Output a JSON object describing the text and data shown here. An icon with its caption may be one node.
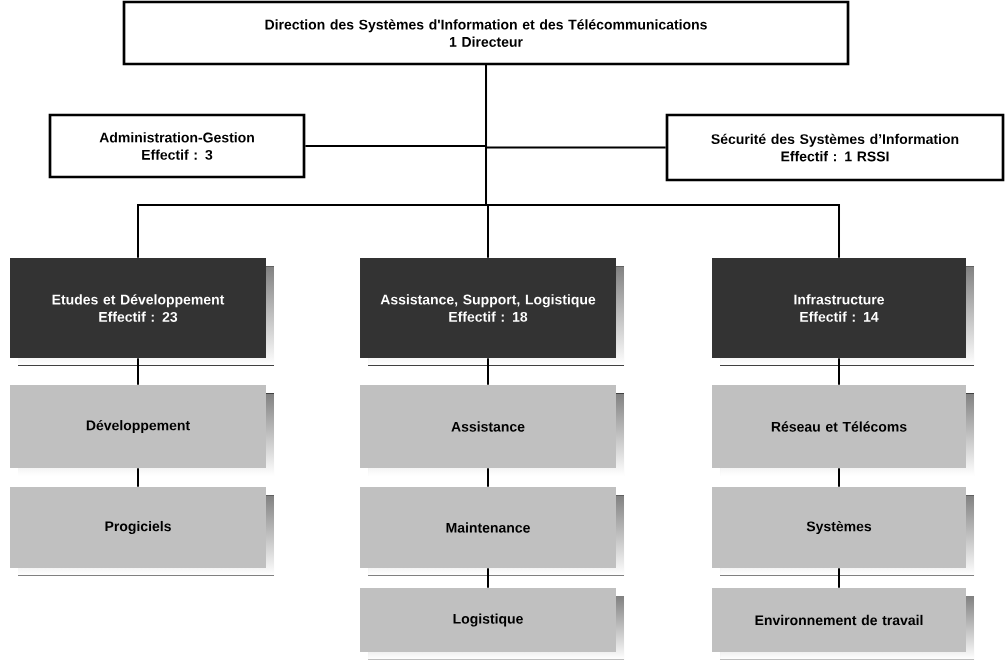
{
  "diagram": {
    "nodes": [
      {
        "text": [
          "Direction des Systèmes d'Information et des Télécommunications",
          "1 Directeur"
        ]
      },
      {
        "text": [
          "Administration-Gestion",
          "Effectif : 3"
        ]
      },
      {
        "text": [
          "Sécurité des Systèmes d’Information",
          "Effectif : 1 RSSI"
        ]
      },
      {
        "text": [
          "Etudes et Développement",
          "Effectif : 23"
        ]
      },
      {
        "text": [
          "Assistance, Support, Logistique",
          "Effectif : 18"
        ]
      },
      {
        "text": [
          "Infrastructure",
          "Effectif : 14"
        ]
      },
      {
        "text": [
          "Développement"
        ]
      },
      {
        "text": [
          "Progiciels"
        ]
      },
      {
        "text": [
          "Assistance"
        ]
      },
      {
        "text": [
          "Maintenance"
        ]
      },
      {
        "text": [
          "Logistique"
        ]
      },
      {
        "text": [
          "Réseau et Télécoms"
        ]
      },
      {
        "text": [
          "Systèmes"
        ]
      },
      {
        "text": [
          "Environnement de travail"
        ]
      }
    ],
    "edges": [
      {
        "from": 0,
        "to": 1,
        "arrow": "none"
      },
      {
        "from": 0,
        "to": 2,
        "arrow": "none"
      },
      {
        "from": 0,
        "to": 3,
        "arrow": "none"
      },
      {
        "from": 0,
        "to": 4,
        "arrow": "none"
      },
      {
        "from": 0,
        "to": 5,
        "arrow": "none"
      },
      {
        "from": 3,
        "to": 6,
        "arrow": "none"
      },
      {
        "from": 6,
        "to": 7,
        "arrow": "none"
      },
      {
        "from": 4,
        "to": 8,
        "arrow": "none"
      },
      {
        "from": 8,
        "to": 9,
        "arrow": "none"
      },
      {
        "from": 9,
        "to": 10,
        "arrow": "none"
      },
      {
        "from": 5,
        "to": 11,
        "arrow": "none"
      },
      {
        "from": 11,
        "to": 12,
        "arrow": "none"
      },
      {
        "from": 12,
        "to": 13,
        "arrow": "none"
      }
    ]
  }
}
